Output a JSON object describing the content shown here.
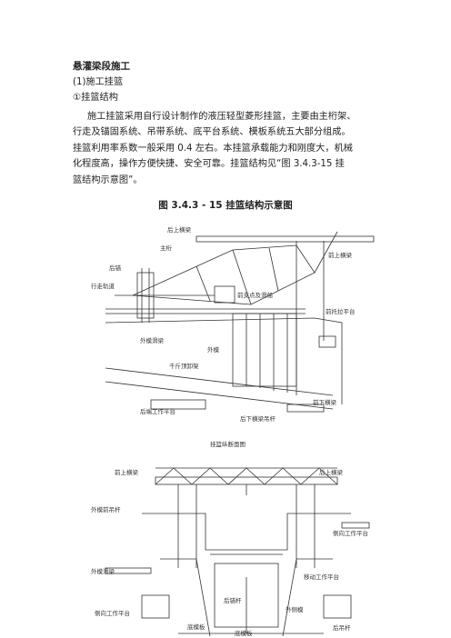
{
  "heading": "悬灌梁段施工",
  "sub1": "(1)施工挂篮",
  "sub2": "①挂篮结构",
  "paragraph_lines": [
    "施工挂篮采用自行设计制作的液压轻型菱形挂篮，主要由主桁架、",
    "行走及锚固系统、吊带系统、底平台系统、模板系统五大部分组成。",
    "挂篮利用率系数一般采用 0.4 左右。本挂篮承载能力和刚度大，机械",
    "化程度高，操作方便快捷、安全可靠。挂篮结构见“图 3.4.3-15 挂",
    "篮结构示意图”。"
  ],
  "figure_caption": "图 3.4.3 - 15    挂篮结构示意图",
  "diagram_top": {
    "labels": {
      "hou_shang_heng_liang": "后上横梁",
      "zhu_heng": "主桁",
      "hou_mao": "后锚",
      "xing_zou_gui_dao": "行走轨道",
      "qian_shang_heng_liang": "前上横梁",
      "qian_zhi_dian": "前支点及滑船",
      "qian_tuo_la_ping_tai": "前托拉平台",
      "wai_mo_hua_liang": "外模滑梁",
      "wai_mo": "外模",
      "qian_jin_ding": "千斤顶卸架",
      "hou_duan_ping_tai": "后端工作平台",
      "hou_xia_heng_liang_diao_gan": "后下横梁吊杆",
      "qian_xia_heng_liang": "前下横梁",
      "title": "挂篮纵断面图"
    }
  },
  "diagram_bottom": {
    "labels": {
      "qian_shang_heng_liang": "前上横梁",
      "hou_shang_heng_liang": "后上横梁",
      "wai_mo_qian_diao_gan": "外模前吊杆",
      "ce_xiang_ping_tai_r": "侧向工作平台",
      "wai_mo_hua_liang": "外模滑梁",
      "yi_dong_ping_tai": "移动工作平台",
      "hou_mao_gan": "后锚杆",
      "wai_ce_mo": "外侧模",
      "ce_xiang_ping_tai_l": "侧向工作平台",
      "di_mo_ban_1": "底模板",
      "di_mo_ban_2": "底模板",
      "hou_diao_gan": "后吊杆"
    }
  }
}
